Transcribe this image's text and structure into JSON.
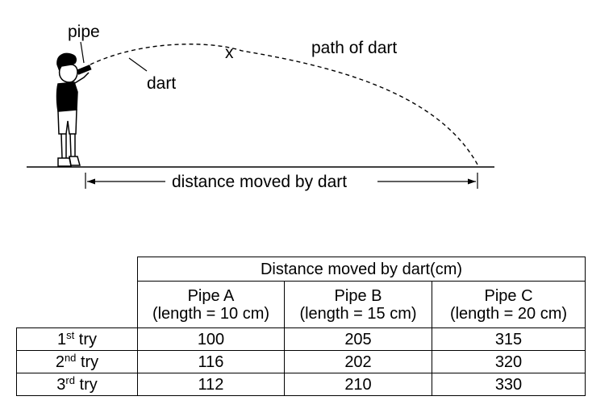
{
  "diagram": {
    "labels": {
      "pipe": "pipe",
      "dart": "dart",
      "path": "path of dart",
      "mark": "x",
      "distance": "distance moved by dart"
    }
  },
  "table": {
    "header": "Distance moved by dart(cm)",
    "columns": [
      {
        "name": "Pipe A",
        "sub": "(length = 10 cm)"
      },
      {
        "name": "Pipe B",
        "sub": "(length = 15 cm)"
      },
      {
        "name": "Pipe C",
        "sub": "(length = 20 cm)"
      }
    ],
    "rows": [
      {
        "num": "1",
        "sup": "st",
        "word": "try",
        "values": [
          "100",
          "205",
          "315"
        ]
      },
      {
        "num": "2",
        "sup": "nd",
        "word": "try",
        "values": [
          "116",
          "202",
          "320"
        ]
      },
      {
        "num": "3",
        "sup": "rd",
        "word": "try",
        "values": [
          "112",
          "210",
          "330"
        ]
      }
    ]
  }
}
